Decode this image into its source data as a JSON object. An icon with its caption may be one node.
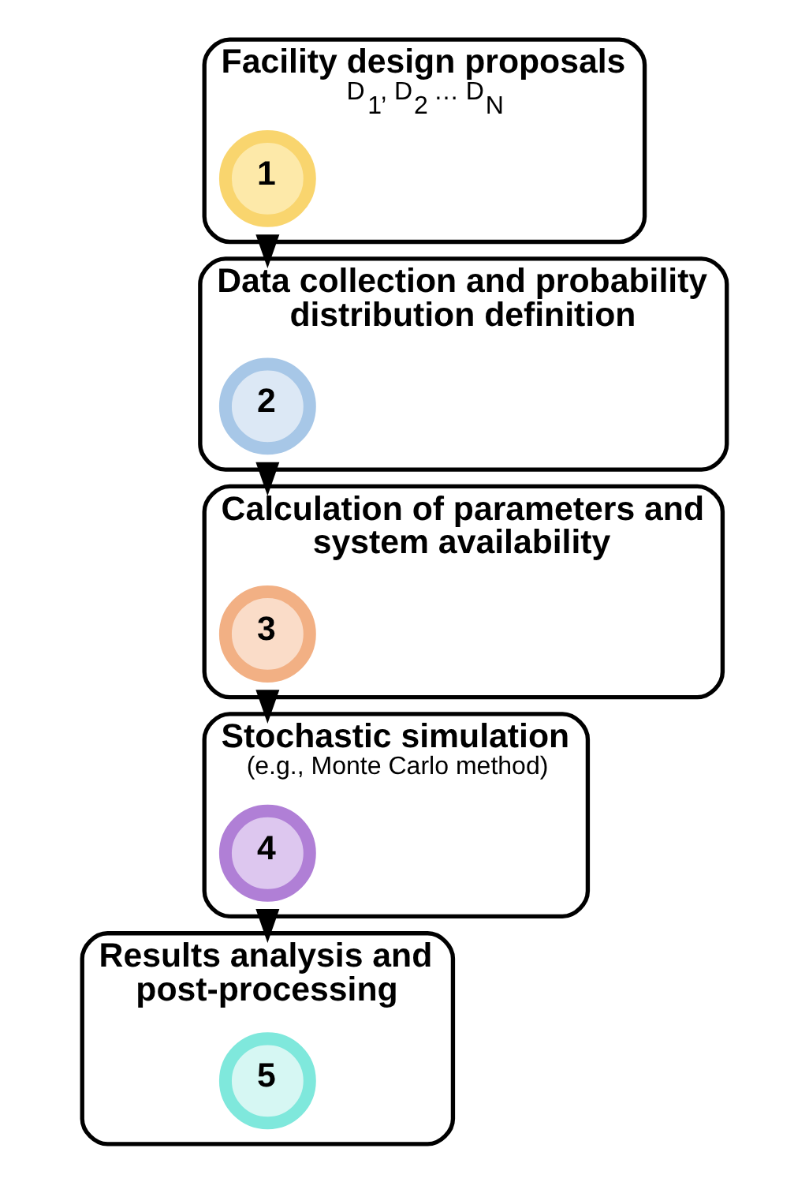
{
  "diagram": {
    "nodes": [
      {
        "text": [
          "Facility design proposals",
          "D$_{1}$, D$_{2}$ … D$_{N}$"
        ]
      },
      {
        "text": [
          "1"
        ],
        "in": 0
      },
      {
        "text": [
          "Data collection and probability distribution definition"
        ]
      },
      {
        "text": [
          "2"
        ],
        "in": 2
      },
      {
        "text": [
          "Calculation of parameters and system availability"
        ]
      },
      {
        "text": [
          "3"
        ],
        "in": 4
      },
      {
        "text": [
          "Stochastic simulation",
          "(e.g., Monte Carlo method)"
        ]
      },
      {
        "text": [
          "4"
        ],
        "in": 6
      },
      {
        "text": [
          "Results analysis and post-processing"
        ]
      },
      {
        "text": [
          "5"
        ],
        "in": 8
      }
    ],
    "edges": [
      {
        "from": 0,
        "to": 2,
        "arrow": "to"
      },
      {
        "from": 2,
        "to": 4,
        "arrow": "to"
      },
      {
        "from": 4,
        "to": 6,
        "arrow": "to"
      },
      {
        "from": 6,
        "to": 8,
        "arrow": "to"
      }
    ]
  }
}
